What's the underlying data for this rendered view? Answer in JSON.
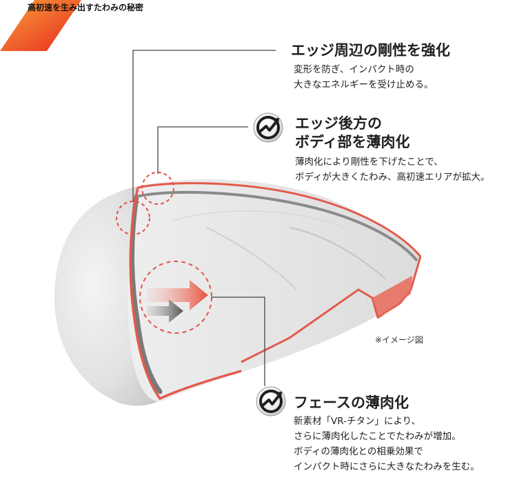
{
  "header": {
    "title": "高初速を生み出すたわみの秘密"
  },
  "sections": [
    {
      "title": "エッジ周辺の剛性を強化",
      "lines": [
        "変形を防ぎ、インパクト時の",
        "大きなエネルギーを受け止める。"
      ]
    },
    {
      "title_lines": [
        "エッジ後方の",
        "ボディ部を薄肉化"
      ],
      "lines": [
        "薄肉化により剛性を下げたことで、",
        "ボディが大きくたわみ、高初速エリアが拡大。"
      ]
    },
    {
      "title": "フェースの薄肉化",
      "lines": [
        "新素材「VR-チタン」により、",
        "さらに薄肉化したことでたわみが増加。",
        "ボディの薄肉化との相乗効果で",
        "インパクト時にさらに大きなたわみを生む。"
      ]
    }
  ],
  "note": "※イメージ図",
  "colors": {
    "accent_red": "#e8503c",
    "accent_orange": "#f07f3c",
    "outline_red": "#e25a4a",
    "body_gray": "#d9d9d9",
    "dark_gray": "#5a5a5a",
    "leader_line": "#444444",
    "badge_dark": "#1e1e1e"
  },
  "icons": {
    "badge": "upward-arrow-badge-icon",
    "arrow_red": "right-arrow-icon",
    "arrow_gray": "right-arrow-icon"
  }
}
